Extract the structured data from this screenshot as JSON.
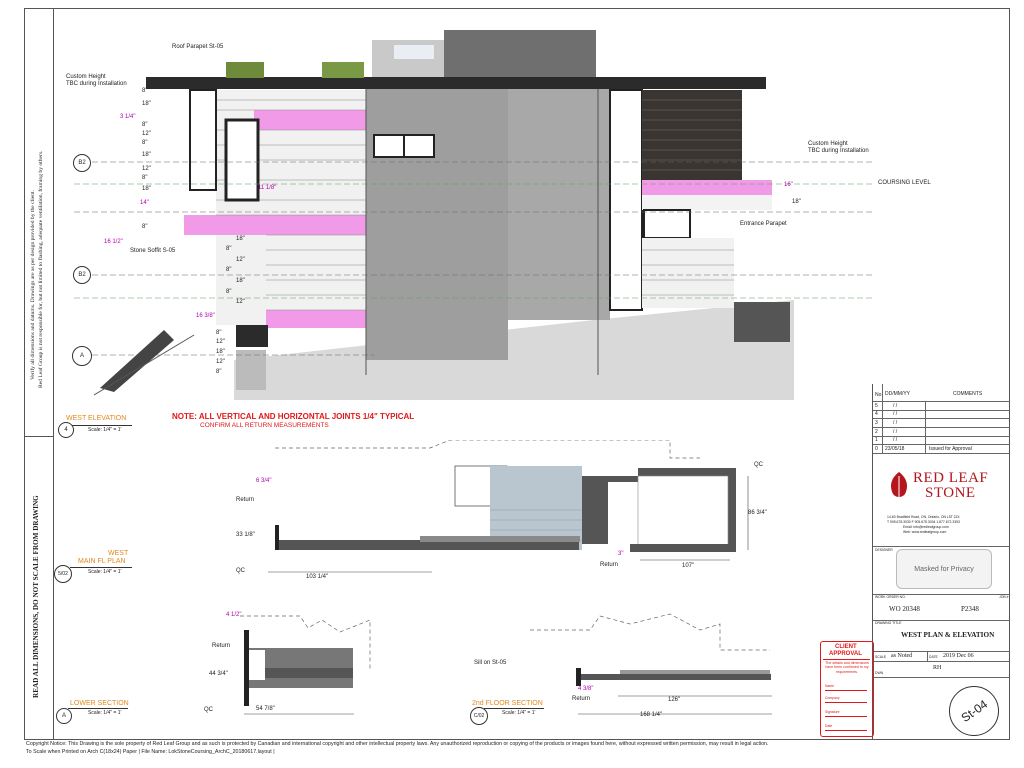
{
  "left_strip": {
    "verify_note_1": "Verify all dimensions and datums. Drawings are as per design provided by the client.",
    "verify_note_2": "Red Leaf Group is not responsible for, but not limited to flashing, adequate ventilation, framing by others.",
    "read_all": "READ ALL DIMENSIONS, DO NOT SCALE FROM DRAWING"
  },
  "elevation": {
    "roof_parapet": "Roof Parapet St-05",
    "custom_height_left_1": "Custom Height",
    "custom_height_left_2": "TBC during Installation",
    "custom_height_right_1": "Custom Height",
    "custom_height_right_2": "TBC during Installation",
    "coursing_level": "COURSING LEVEL",
    "entrance_parapet": "Entrance Parapet",
    "stone_soffit": "Stone Soffit S-05",
    "datum_b2_top": "B2",
    "datum_b2_bottom": "B2",
    "datum_a": "A",
    "dims_left": [
      "8\"",
      "18\"",
      "3 1/4\"",
      "8\"",
      "12\"",
      "8\"",
      "18\"",
      "12\"",
      "8\"",
      "18\""
    ],
    "dims_mid": [
      "18\"",
      "8\"",
      "12\"",
      "8\"",
      "18\"",
      "8\"",
      "12\""
    ],
    "dims_low": [
      "8\"",
      "12\"",
      "18\"",
      "12\"",
      "8\""
    ],
    "dim_14": "14\"",
    "dim_11_1_8": "11 1/8\"",
    "dim_16_1_2": "16 1/2\"",
    "dim_8b": "8\"",
    "dim_16_3_8": "16 3/8\"",
    "dim_16_right": "16\"",
    "dim_18_right": "18\"",
    "title": "WEST ELEVATION",
    "number": "4",
    "scale": "Scale: 1/4\" = 1'"
  },
  "notes": {
    "note_main": "NOTE: ALL VERTICAL AND HORIZONTAL JOINTS 1/4\" TYPICAL",
    "note_sub": "CONFIRM ALL RETURN MEASUREMENTS"
  },
  "main_plan": {
    "title_1": "WEST",
    "title_2": "MAIN FL PLAN",
    "number": "5/02",
    "scale": "Scale: 1/4\" = 1'",
    "return_1": "Return",
    "return_2": "Return",
    "qc_1": "QC",
    "qc_2": "QC",
    "dim_6_3_4": "6 3/4\"",
    "dim_33_1_8": "33 1/8\"",
    "dim_103_1_4": "103 1/4\"",
    "dim_107": "107\"",
    "dim_86_3_4": "86 3/4\"",
    "dim_3": "3\""
  },
  "lower_section": {
    "title": "LOWER SECTION",
    "number": "A",
    "scale": "Scale: 1/4\" = 1'",
    "return": "Return",
    "qc": "QC",
    "dim_4_1_2": "4 1/2\"",
    "dim_44_3_4": "44 3/4\"",
    "dim_54_7_8": "54 7/8\""
  },
  "second_floor": {
    "title": "2nd FLOOR SECTION",
    "number": "C/02",
    "scale": "Scale: 1/4\" = 1'",
    "sill": "Sill on St-05",
    "return": "Return",
    "dim_4_3_8": "4 3/8\"",
    "dim_126": "126\"",
    "dim_168_1_4": "168 1/4\""
  },
  "revisions": {
    "hdr_no": "No.",
    "hdr_date": "DD/MM/YY",
    "hdr_comments": "COMMENTS",
    "rows": [
      {
        "no": "5",
        "date": "/ /",
        "comment": ""
      },
      {
        "no": "4",
        "date": "/ /",
        "comment": ""
      },
      {
        "no": "3",
        "date": "/ /",
        "comment": ""
      },
      {
        "no": "2",
        "date": "/ /",
        "comment": ""
      },
      {
        "no": "1",
        "date": "/ /",
        "comment": ""
      },
      {
        "no": "0",
        "date": "23/05/18",
        "comment": "Issued for Approval"
      }
    ]
  },
  "company": {
    "name_1": "RED LEAF",
    "name_2": "STONE",
    "addr_1": "14-60 Bradfield Road, ON, Ontario, ON L5T 2Z4",
    "addr_2": "T 905.678.3030  F 905.678.3034  1.877.672.3393",
    "addr_3": "Email: info@redleafgroup.com",
    "addr_4": "Web: www.redleafgroup.com"
  },
  "title_block": {
    "designer_label": "DESIGNER",
    "privacy": "Masked for Privacy",
    "wo_label": "WORK ORDER NO.",
    "job_label": "JOB #",
    "wo": "WO 20348",
    "job": "P2348",
    "drawing_label": "DRAWING TITLE",
    "drawing_title": "WEST PLAN & ELEVATION",
    "scale_label": "SCALE",
    "scale": "as Noted",
    "date_label": "DATE",
    "date": "2019 Dec 06",
    "drawn_label": "DWN",
    "drawn": "RH",
    "sheet": "St-04"
  },
  "stamp": {
    "title_1": "CLIENT",
    "title_2": "APPROVAL",
    "text": "The details and dimensions have been confirmed to my requirements.",
    "name": "Name",
    "company": "Company",
    "signature": "Signature",
    "date": "Date"
  },
  "footer": {
    "line_1": "Copyright Notice: This Drawing is the sole property of Red Leaf Group and as such is protected by Canadian and international copyright and other intellectual property laws. Any unauthorized reproduction or copying of the products or images found here, without expressed written permission, may result in legal action.",
    "line_2": "To Scale when Printed on Arch C(18x24) Paper  |  File Name: LokStoneCoursing_ArchC_20180617.layout |"
  }
}
